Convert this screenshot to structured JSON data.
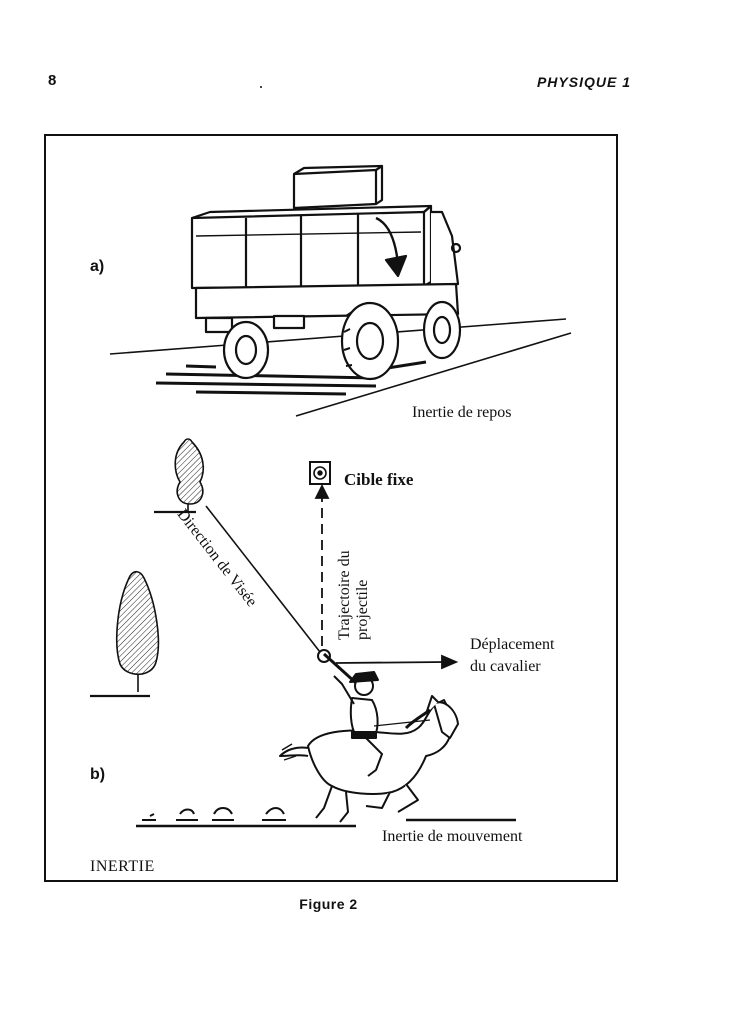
{
  "header": {
    "page_number": "8",
    "running_title": "PHYSIQUE 1"
  },
  "figure": {
    "panel_a": {
      "label": "a)",
      "caption": "Inertie de repos"
    },
    "panel_b": {
      "label": "b)",
      "target_label": "Cible fixe",
      "line_of_sight_label": "Direction de Visée",
      "trajectory_label_line1": "Trajectoire du",
      "trajectory_label_line2": "projectile",
      "rider_motion_line1": "Déplacement",
      "rider_motion_line2": "du cavalier",
      "caption": "Inertie de mouvement"
    },
    "corner_title": "INERTIE",
    "caption": "Figure 2"
  }
}
